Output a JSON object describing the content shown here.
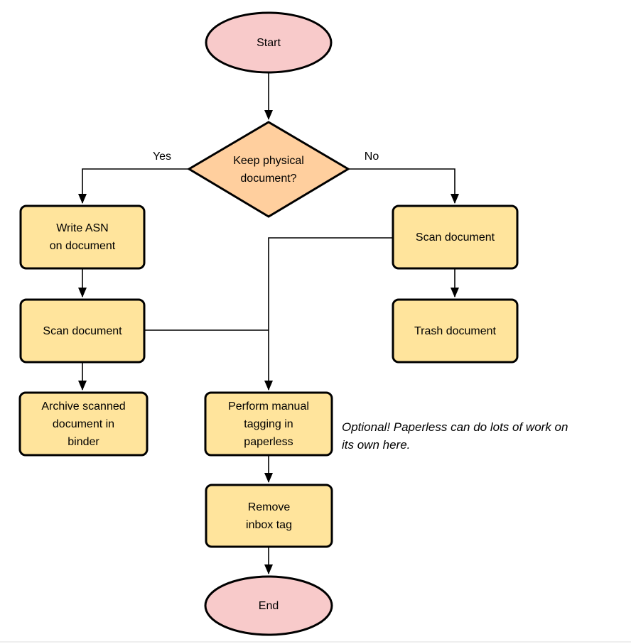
{
  "diagram": {
    "type": "flowchart",
    "nodes": {
      "start": {
        "id": "start",
        "shape": "terminal",
        "label": "Start"
      },
      "decision": {
        "id": "decision",
        "shape": "decision",
        "label": "Keep physical\ndocument?"
      },
      "write_asn": {
        "id": "write_asn",
        "shape": "process",
        "label": "Write ASN\non document"
      },
      "scan_left": {
        "id": "scan_left",
        "shape": "process",
        "label": "Scan document"
      },
      "archive": {
        "id": "archive",
        "shape": "process",
        "label": "Archive scanned\ndocument in\nbinder"
      },
      "scan_right": {
        "id": "scan_right",
        "shape": "process",
        "label": "Scan document"
      },
      "trash": {
        "id": "trash",
        "shape": "process",
        "label": "Trash document"
      },
      "tagging": {
        "id": "tagging",
        "shape": "process",
        "label": "Perform manual\ntagging in\npaperless"
      },
      "remove_tag": {
        "id": "remove_tag",
        "shape": "process",
        "label": "Remove\ninbox tag"
      },
      "end": {
        "id": "end",
        "shape": "terminal",
        "label": "End"
      }
    },
    "edge_labels": {
      "yes": "Yes",
      "no": "No"
    },
    "note": "Optional! Paperless can do lots of work on\nits own here.",
    "colors": {
      "terminal_fill": "#f8caca",
      "decision_fill": "#ffcf9e",
      "process_fill": "#ffe49c",
      "stroke": "#000000"
    }
  }
}
